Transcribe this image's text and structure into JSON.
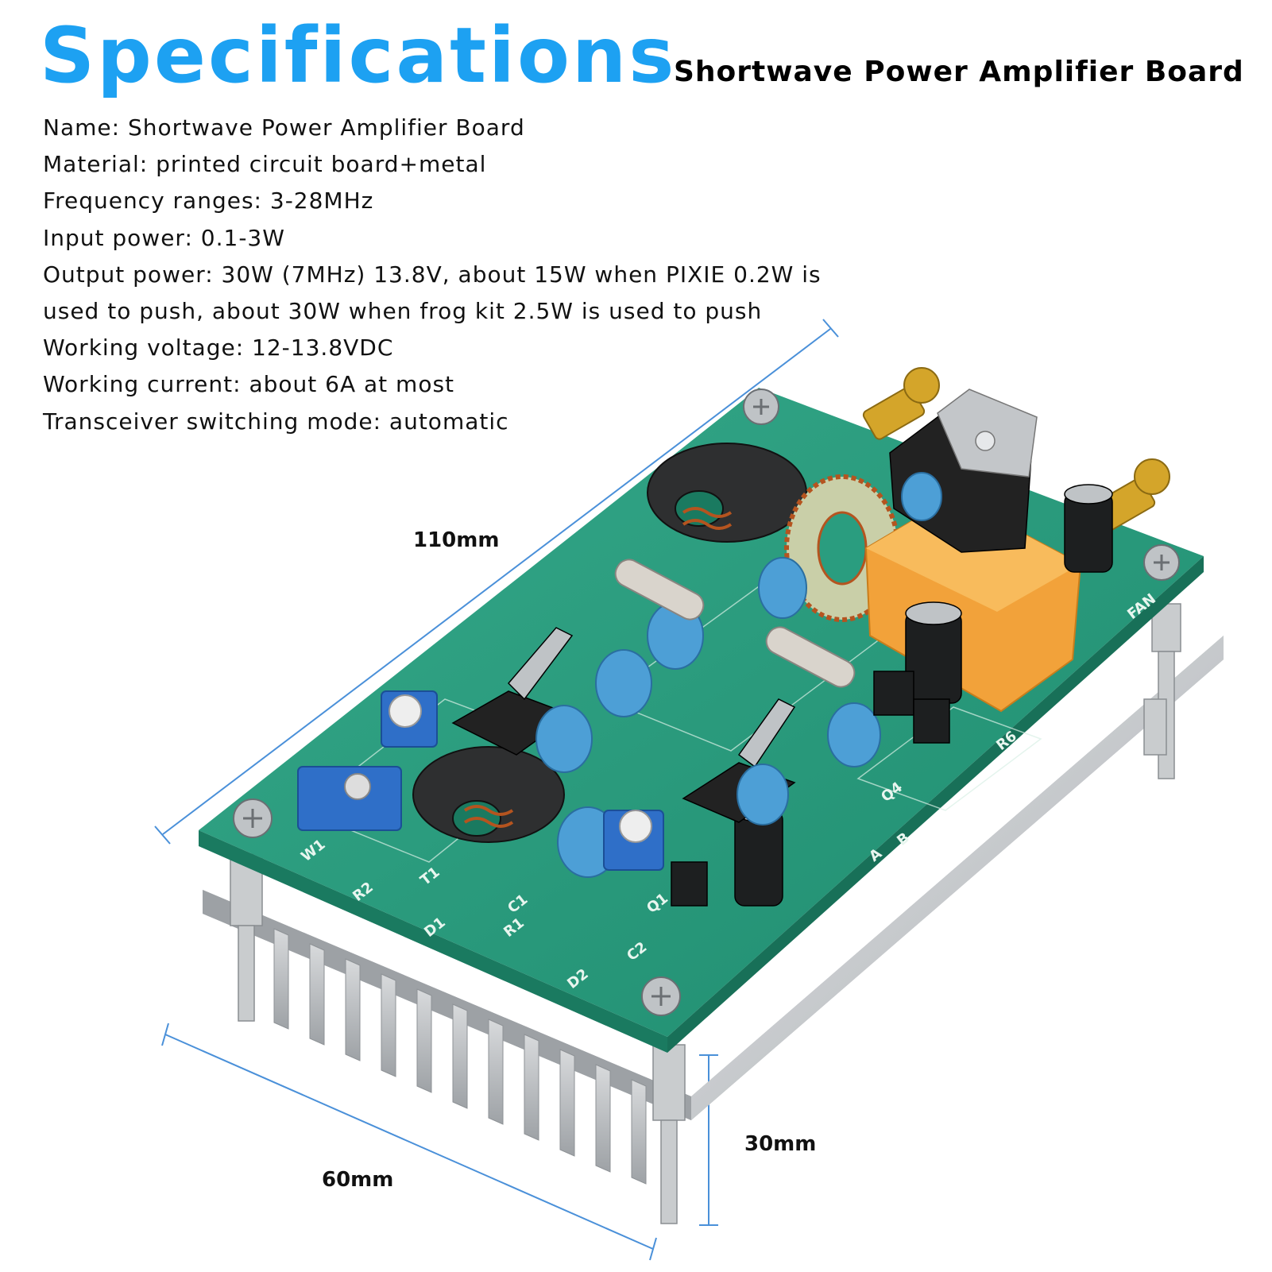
{
  "title": "Specifications",
  "subtitle": "Shortwave Power Amplifier Board",
  "specs": [
    "Name: Shortwave Power Amplifier Board",
    "Material: printed circuit board+metal",
    "Frequency ranges: 3-28MHz",
    "Input power: 0.1-3W",
    "Output power: 30W (7MHz) 13.8V, about 15W when PIXIE 0.2W is",
    "used to push, about 30W when frog kit 2.5W is used to push",
    "Working voltage: 12-13.8VDC",
    "Working current: about 6A at most",
    "Transceiver switching mode: automatic"
  ],
  "dimensions": {
    "length": "110mm",
    "width": "60mm",
    "height": "30mm"
  },
  "colors": {
    "title": "#1da1f2",
    "pcb": "#2a9d7f",
    "heatsink": "#c8cbcd",
    "dimension_line": "#4a90d9",
    "relay": "#f2a23a",
    "capacitor": "#4d9fd6"
  }
}
